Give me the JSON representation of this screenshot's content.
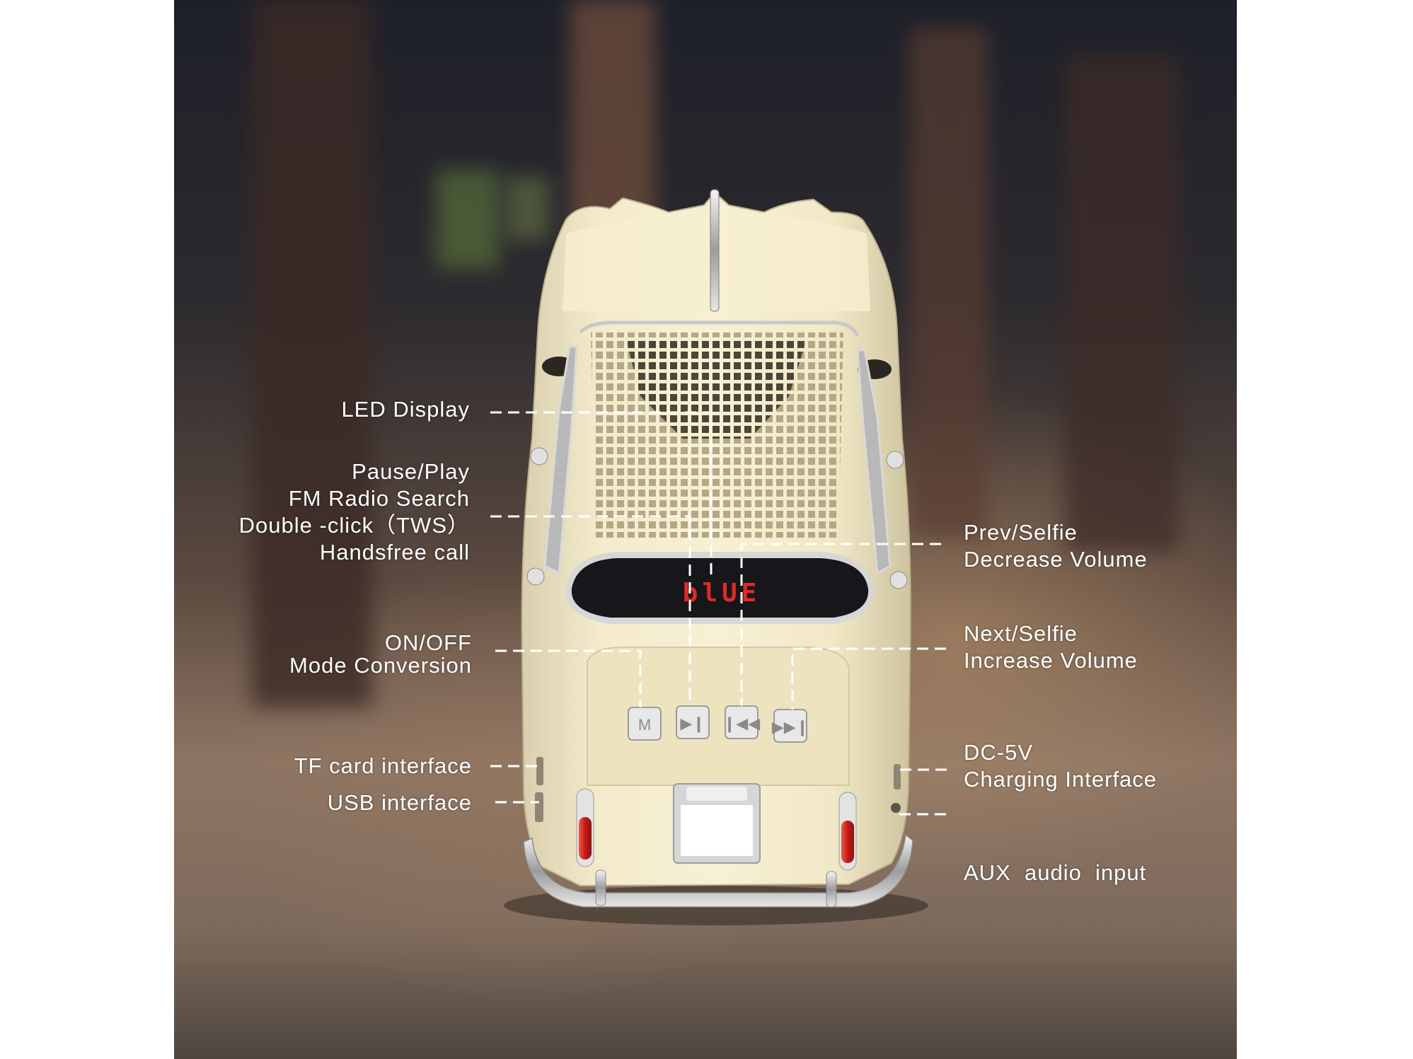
{
  "callouts_left": [
    {
      "id": "led-display",
      "lines": [
        "LED Display"
      ]
    },
    {
      "id": "pause-play",
      "lines": [
        "Pause/Play",
        "FM Radio Search",
        "Double -click（TWS）",
        "Handsfree call"
      ]
    },
    {
      "id": "on-off",
      "lines": [
        "ON/OFF",
        "Mode Conversion"
      ]
    },
    {
      "id": "tf-card",
      "lines": [
        "TF card interface"
      ]
    },
    {
      "id": "usb",
      "lines": [
        "USB interface"
      ]
    }
  ],
  "callouts_right": [
    {
      "id": "prev-selfie",
      "lines": [
        "Prev/Selfie",
        "Decrease Volume"
      ]
    },
    {
      "id": "next-selfie",
      "lines": [
        "Next/Selfie",
        "Increase Volume"
      ]
    },
    {
      "id": "dc-5v",
      "lines": [
        "DC-5V",
        "Charging Interface"
      ]
    },
    {
      "id": "aux",
      "lines": [
        "AUX  audio  input"
      ]
    }
  ],
  "led_text": "blUE",
  "colors": {
    "car_body": "#f1e8c6",
    "label_text": "#ffffff",
    "led_red": "#e02a25",
    "tail_light": "#d3211c"
  }
}
